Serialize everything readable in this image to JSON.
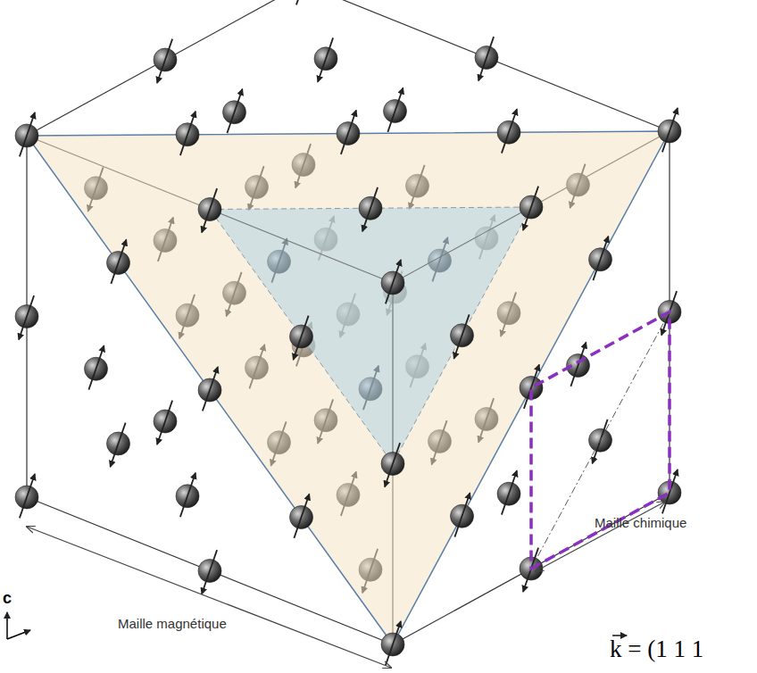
{
  "diagram": {
    "labels": [
      "Maille magnétique",
      "Maille chimique",
      "c",
      "k = (1 1 1"
    ]
  }
}
